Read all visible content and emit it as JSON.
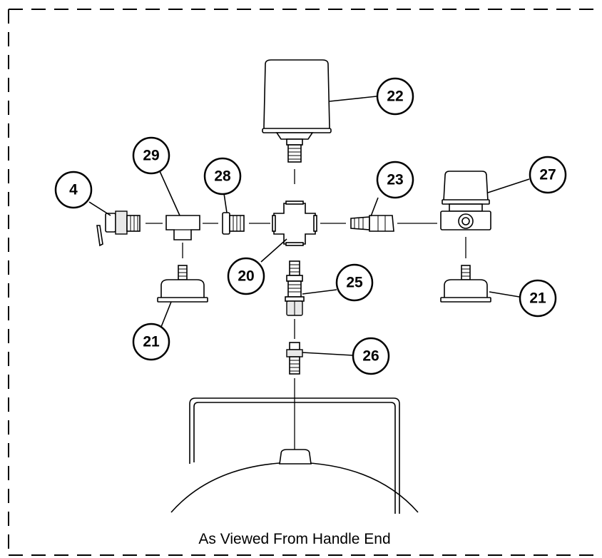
{
  "callouts": [
    {
      "id": "callout-4",
      "label": "4"
    },
    {
      "id": "callout-29",
      "label": "29"
    },
    {
      "id": "callout-28",
      "label": "28"
    },
    {
      "id": "callout-22",
      "label": "22"
    },
    {
      "id": "callout-23",
      "label": "23"
    },
    {
      "id": "callout-27",
      "label": "27"
    },
    {
      "id": "callout-20",
      "label": "20"
    },
    {
      "id": "callout-25",
      "label": "25"
    },
    {
      "id": "callout-21-left",
      "label": "21"
    },
    {
      "id": "callout-21-right",
      "label": "21"
    },
    {
      "id": "callout-26",
      "label": "26"
    }
  ],
  "caption": "As Viewed From Handle End"
}
